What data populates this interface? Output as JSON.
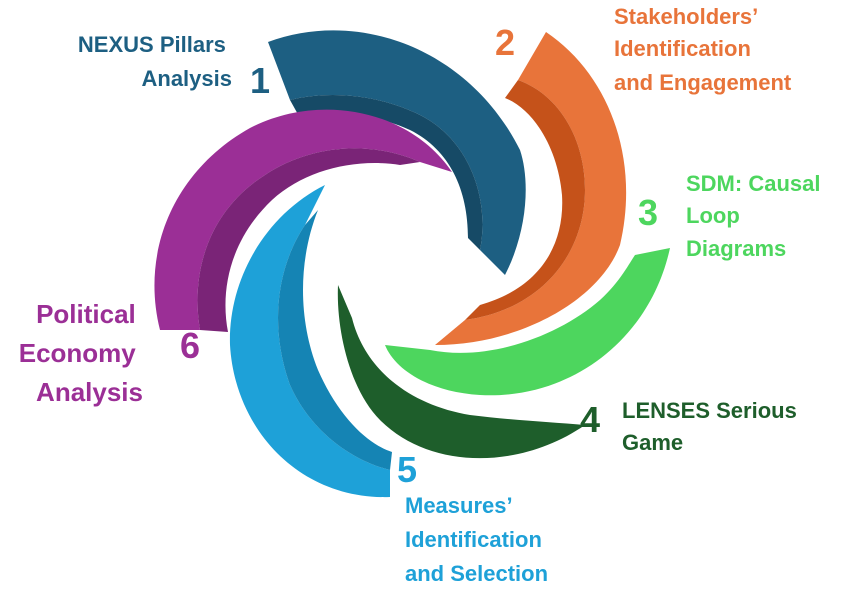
{
  "colors": {
    "stage1": "#1d5f82",
    "stage1_dark": "#164a66",
    "stage2": "#e8743a",
    "stage2_dark": "#c5521a",
    "stage3": "#4dd65e",
    "stage3_dark": "#36b447",
    "stage4": "#1e5e2b",
    "stage5": "#1ea1d8",
    "stage5_dark": "#1584b4",
    "stage6": "#9b2f96",
    "stage6_dark": "#7a2477"
  },
  "stages": [
    {
      "number": "1",
      "lines": [
        "NEXUS Pillars",
        "Analysis"
      ]
    },
    {
      "number": "2",
      "lines": [
        "Stakeholders’",
        "Identification",
        "and Engagement"
      ]
    },
    {
      "number": "3",
      "lines": [
        "SDM: Causal",
        "Loop",
        "Diagrams"
      ]
    },
    {
      "number": "4",
      "lines": [
        "LENSES Serious",
        "Game"
      ]
    },
    {
      "number": "5",
      "lines": [
        "Measures’",
        "Identification",
        "and Selection"
      ]
    },
    {
      "number": "6",
      "lines": [
        "Political",
        "Economy",
        "Analysis"
      ]
    }
  ]
}
